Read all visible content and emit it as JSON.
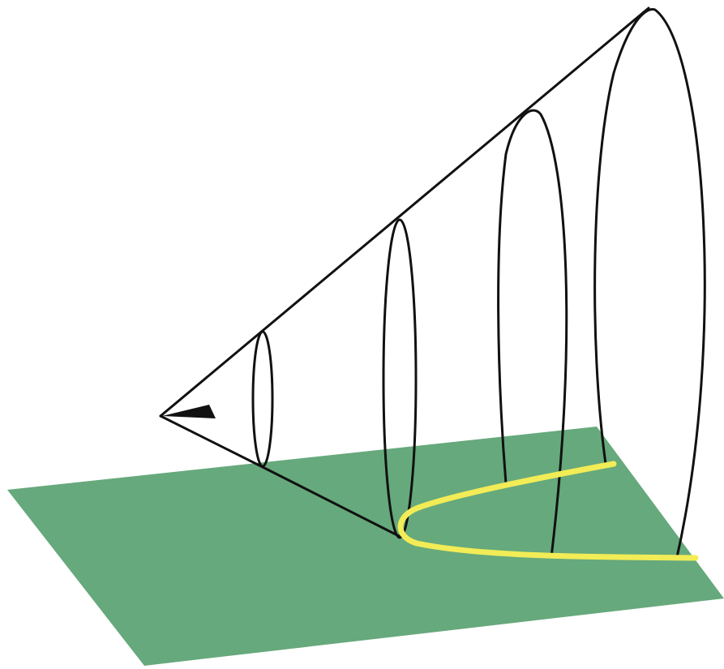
{
  "diagram": {
    "subject": "cone-plane-section",
    "section_curve": "parabola",
    "cone_circle_count": 4,
    "colors": {
      "background": "#ffffff",
      "plane": "#66a97c",
      "cone_lines": "#111111",
      "section_curve": "#f2ec56"
    }
  }
}
